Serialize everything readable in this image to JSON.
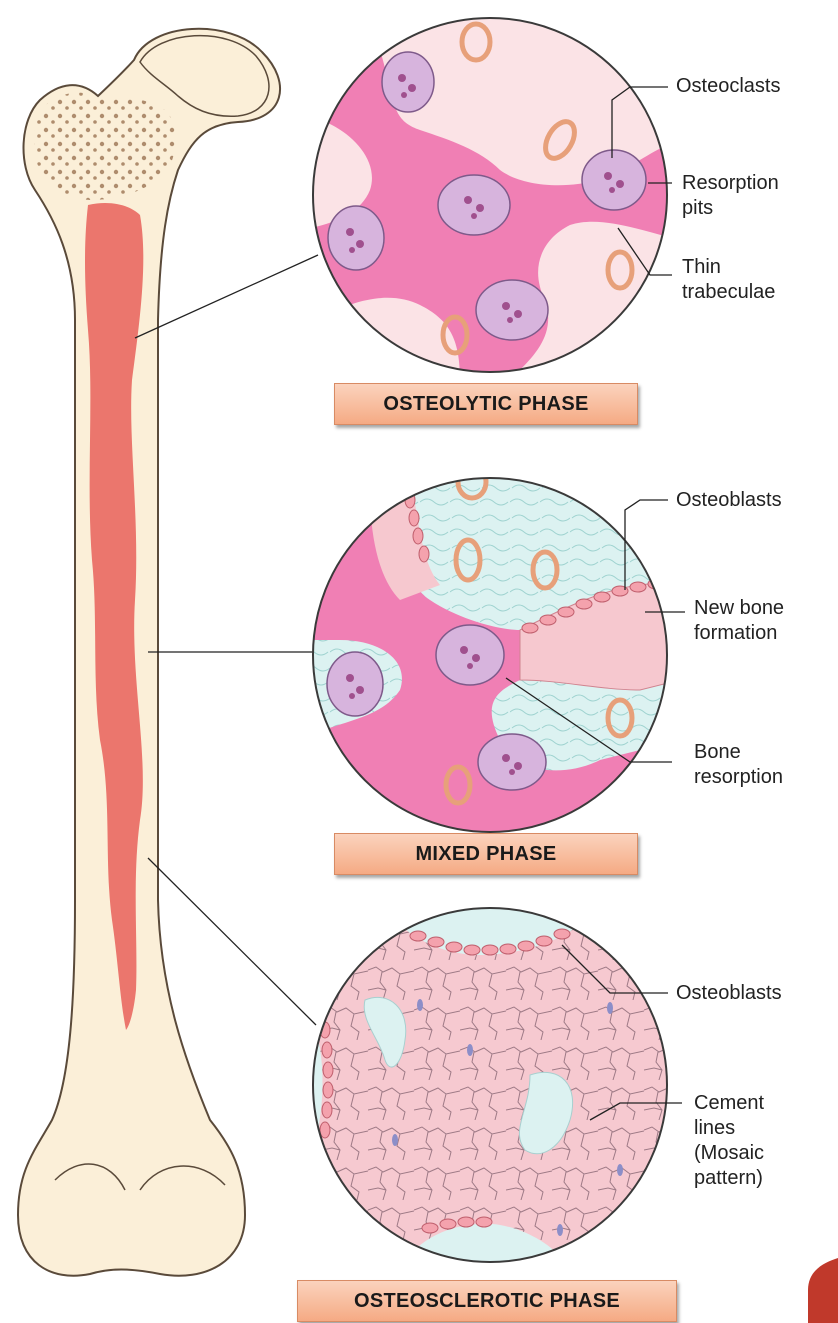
{
  "phases": {
    "osteolytic": {
      "title": "OSTEOLYTIC PHASE",
      "labels": {
        "osteoclasts": "Osteoclasts",
        "resorption_pits": "Resorption\npits",
        "thin_trabeculae": "Thin\ntrabeculae"
      }
    },
    "mixed": {
      "title": "MIXED PHASE",
      "labels": {
        "osteoblasts": "Osteoblasts",
        "new_bone": "New bone\nformation",
        "bone_resorption": "Bone\nresorption"
      }
    },
    "osteosclerotic": {
      "title": "OSTEOSCLEROTIC PHASE",
      "labels": {
        "osteoblasts": "Osteoblasts",
        "cement_lines": "Cement\nlines\n(Mosaic\npattern)"
      }
    }
  },
  "colors": {
    "bone_fill": "#fbefd8",
    "bone_outline": "#5a4a3a",
    "marrow_red": "#e8605a",
    "bone_pink": "#f07fb4",
    "marrow_pale": "#fbe3e6",
    "fibrous_cyan": "#d8f1f1",
    "new_bone_pink": "#f6c8cf",
    "osteoclast_purple": "#d7b4dd",
    "phase_box": "#f7b58f"
  }
}
